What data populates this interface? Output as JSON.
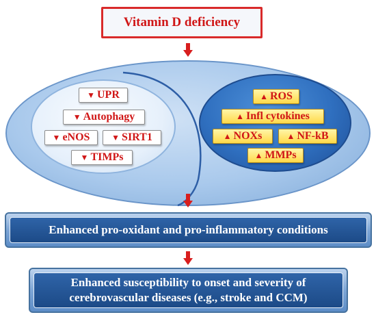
{
  "top": {
    "label": "Vitamin D deficiency"
  },
  "left_group": {
    "items": [
      {
        "dir": "down",
        "label": "UPR"
      },
      {
        "dir": "down",
        "label": "Autophagy"
      },
      {
        "dir": "down",
        "label": "eNOS"
      },
      {
        "dir": "down",
        "label": "SIRT1"
      },
      {
        "dir": "down",
        "label": "TIMPs"
      }
    ]
  },
  "right_group": {
    "items": [
      {
        "dir": "up",
        "label": "ROS"
      },
      {
        "dir": "up",
        "label": "Infl cytokines"
      },
      {
        "dir": "up",
        "label": "NOXs"
      },
      {
        "dir": "up",
        "label": "NF-kB"
      },
      {
        "dir": "up",
        "label": "MMPs"
      }
    ]
  },
  "bar1": {
    "label": "Enhanced pro-oxidant and pro-inflammatory conditions"
  },
  "bar2": {
    "line1": "Enhanced susceptibility to onset and severity of",
    "line2": "cerebrovascular diseases (e.g., stroke and CCM)"
  },
  "colors": {
    "accent_red": "#d01616",
    "bar_blue": "#1c4a87",
    "chip_yellow": "#ffd94a"
  }
}
